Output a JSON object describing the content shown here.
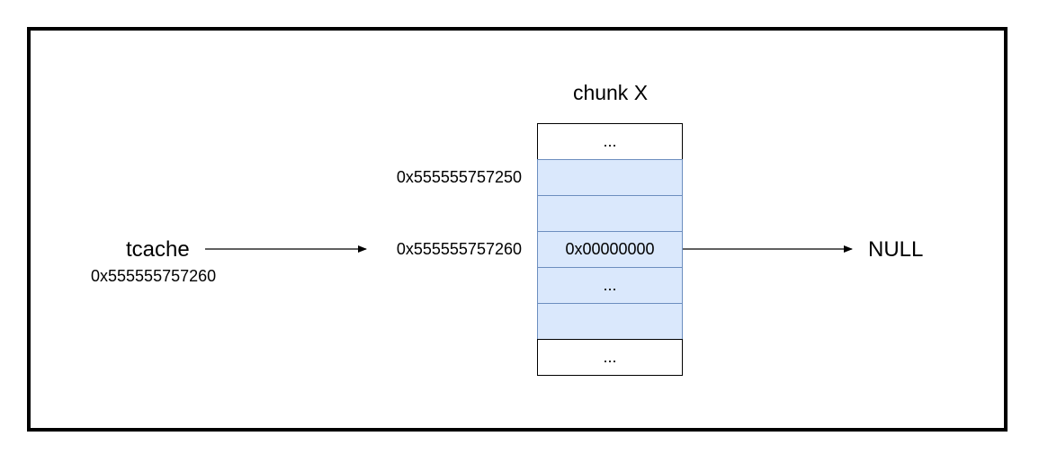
{
  "diagram": {
    "chunk_title": "chunk X",
    "cells": [
      {
        "text": "...",
        "kind": "plain"
      },
      {
        "text": "",
        "kind": "mem"
      },
      {
        "text": "",
        "kind": "mem"
      },
      {
        "text": "0x00000000",
        "kind": "mem"
      },
      {
        "text": "...",
        "kind": "mem"
      },
      {
        "text": "",
        "kind": "mem"
      },
      {
        "text": "...",
        "kind": "plain"
      }
    ],
    "addresses": {
      "row1": "0x555555757250",
      "row3": "0x555555757260"
    },
    "tcache": {
      "label": "tcache",
      "value": "0x555555757260"
    },
    "null_label": "NULL",
    "colors": {
      "memory_fill": "#dae8fc",
      "memory_border": "#6c8ebf"
    }
  }
}
